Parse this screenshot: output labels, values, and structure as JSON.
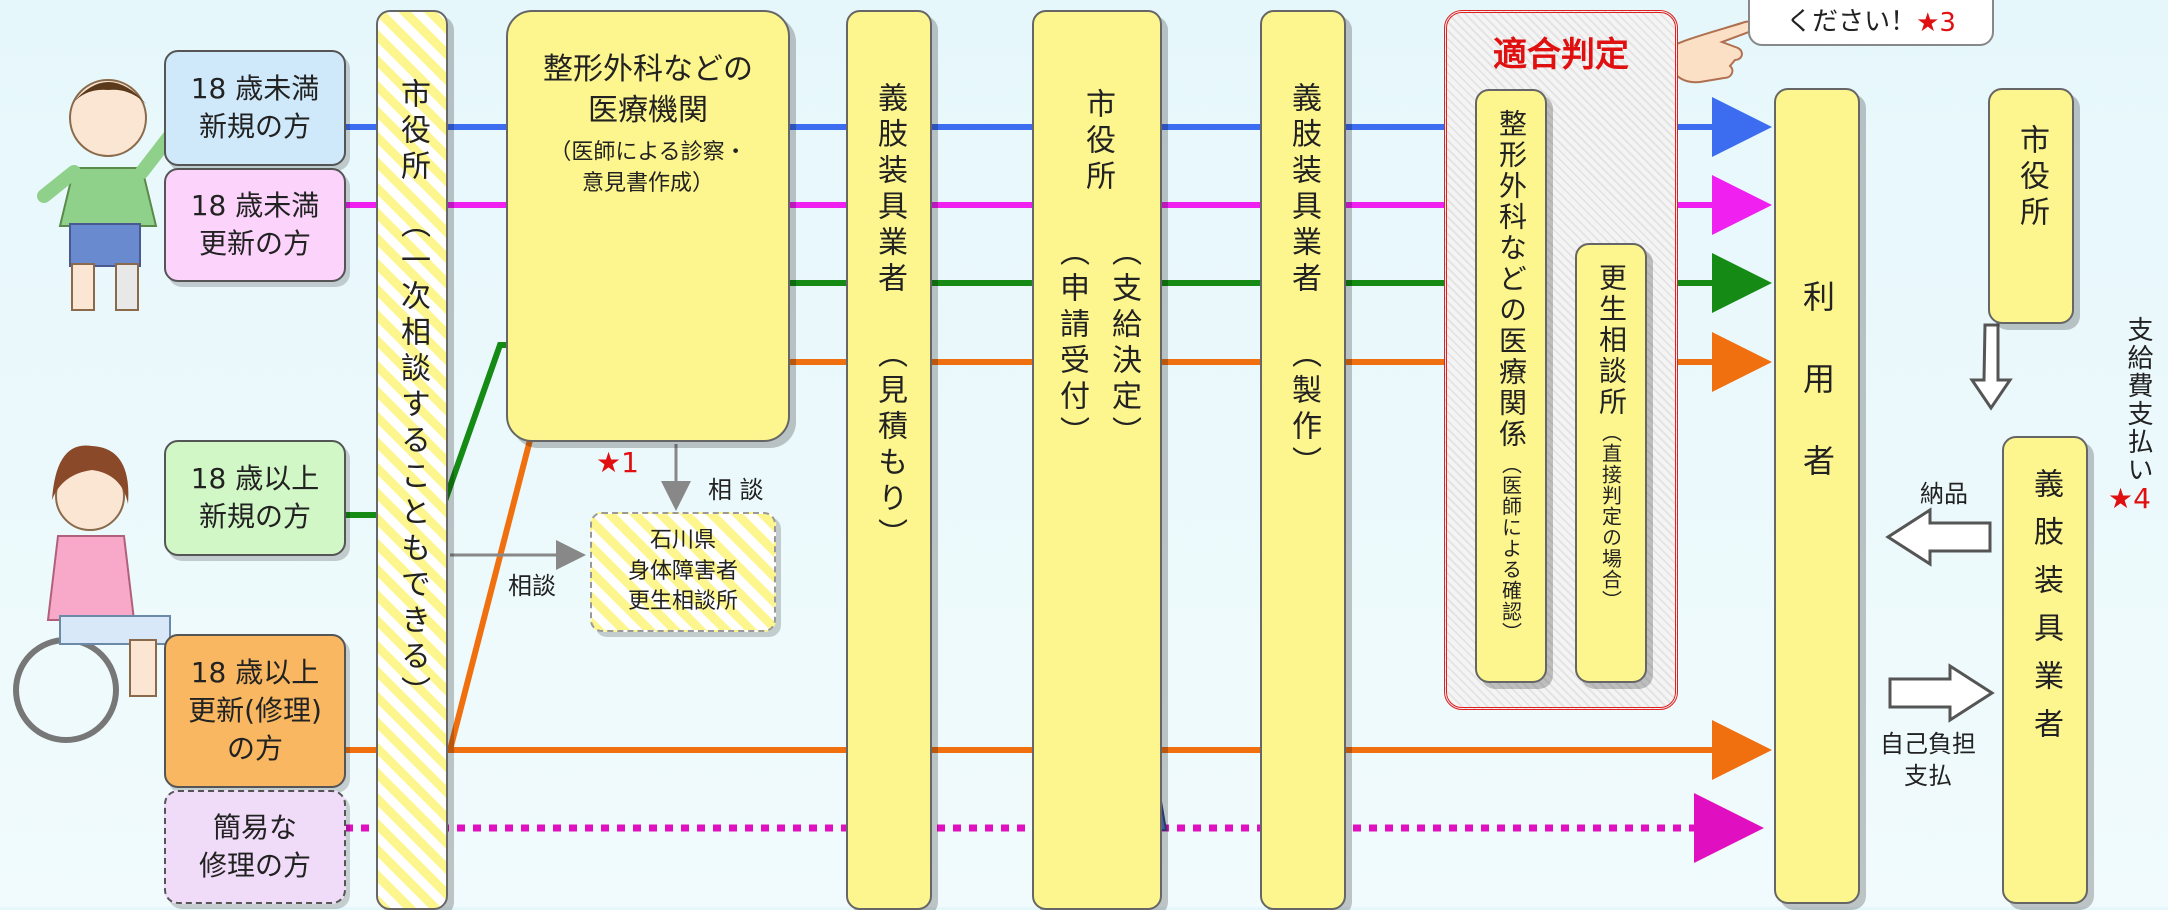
{
  "applicants": [
    {
      "line1": "18 歳未満",
      "line2": "新規の方",
      "color": "#cfe9fb",
      "line_color": "#3c6cf0"
    },
    {
      "line1": "18 歳未満",
      "line2": "更新の方",
      "color": "#fbd3fb",
      "line_color": "#f020f0"
    },
    {
      "line1": "18 歳以上",
      "line2": "新規の方",
      "color": "#d2f7c6",
      "line_color": "#158a15"
    },
    {
      "line1": "18 歳以上",
      "line2": "更新(修理)",
      "line3": "の方",
      "color": "#f8b760",
      "line_color": "#f07010"
    },
    {
      "line1": "簡易な",
      "line2": "修理の方",
      "color": "#f0dcf8",
      "line_color": "#e010c0"
    }
  ],
  "city_hall_1": {
    "title": "市役所",
    "note": "（一次相談することもできる）"
  },
  "hospital": {
    "title_l1": "整形外科などの",
    "title_l2": "医療機関",
    "sub_l1": "（医師による診察・",
    "sub_l2": "意見書作成）",
    "star": "★1"
  },
  "consult_center": {
    "l1": "石川県",
    "l2": "身体障害者",
    "l3": "更生相談所"
  },
  "consult_labels": {
    "down": "相 談",
    "side": "相談"
  },
  "maker_1": {
    "title": "義肢装具業者",
    "note": "（見積もり）"
  },
  "city_hall_2": {
    "title": "市役所",
    "note1": "（支給決定）",
    "note2": "（申請受付）"
  },
  "maker_2": {
    "title": "義肢装具業者",
    "note": "（製作）"
  },
  "judgement": {
    "title": "適合判定",
    "medical": "整形外科などの医療関係",
    "medical_note": "（医師による確認）",
    "center": "更生相談所",
    "center_note": "（直接判定の場合）"
  },
  "callout": {
    "text": "ください！",
    "star": "★3"
  },
  "user": {
    "title": "利用者"
  },
  "city_hall_3": {
    "title": "市役所"
  },
  "maker_3": {
    "title": "義肢装具業者"
  },
  "payment": {
    "label": "支給費支払い",
    "star": "★4"
  },
  "delivery_label": "納品",
  "self_pay": {
    "l1": "自己負担",
    "l2": "支払"
  }
}
